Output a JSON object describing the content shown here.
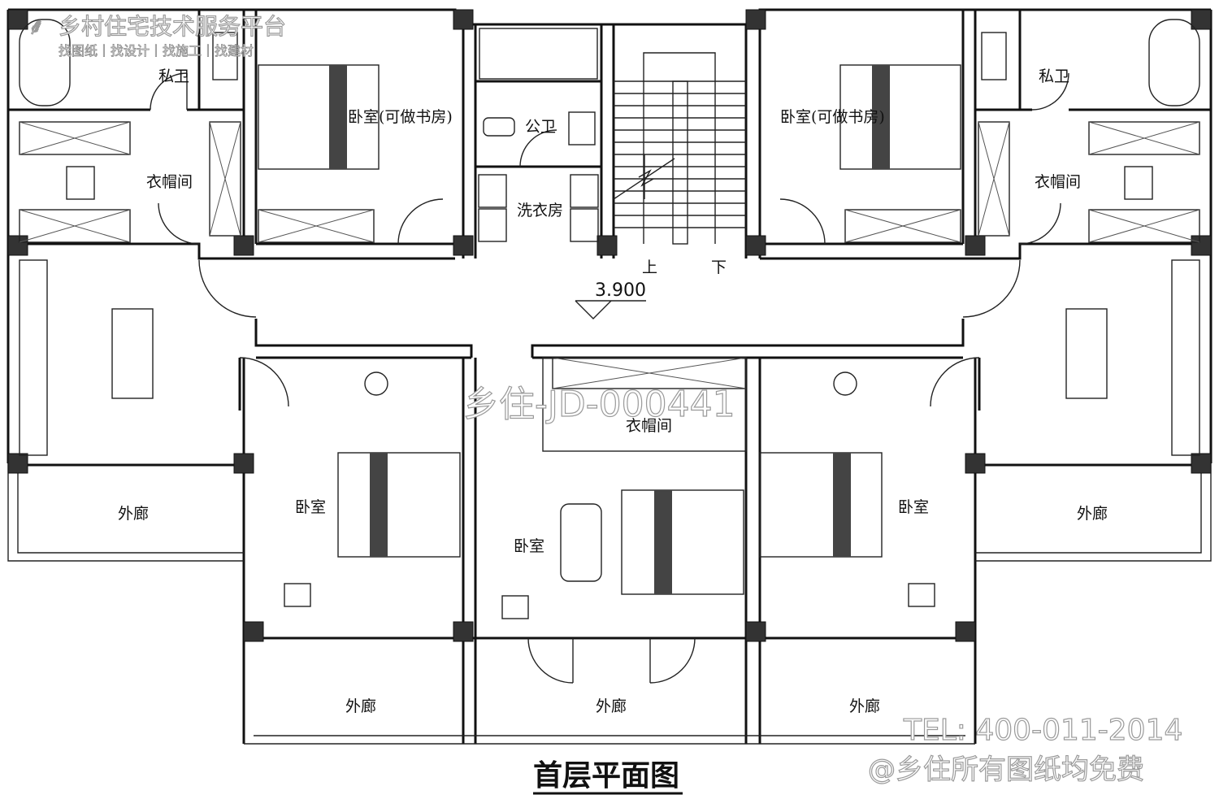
{
  "drawing": {
    "title": "首层平面图",
    "elevation": "3.900",
    "stair_up": "上",
    "stair_down": "下"
  },
  "rooms": {
    "private_bath_left": "私卫",
    "private_bath_right": "私卫",
    "bedroom_study_left": "卧室(可做书房)",
    "bedroom_study_right": "卧室(可做书房)",
    "public_bath": "公卫",
    "laundry": "洗衣房",
    "closet_left": "衣帽间",
    "closet_right": "衣帽间",
    "closet_center": "衣帽间",
    "bedroom_left": "卧室",
    "bedroom_center": "卧室",
    "bedroom_right": "卧室",
    "corridor_left": "外廊",
    "corridor_right": "外廊",
    "corridor_bottom_left": "外廊",
    "corridor_bottom_center": "外廊",
    "corridor_bottom_right": "外廊"
  },
  "watermarks": {
    "brand": "乡村住宅技术服务平台",
    "brand_sub": "找图纸丨找设计丨找施工丨找建材",
    "drawing_id": "乡住-JD-000441",
    "phone": "TEL: 400-011-2014",
    "free_note": "@乡住所有图纸均免费"
  }
}
